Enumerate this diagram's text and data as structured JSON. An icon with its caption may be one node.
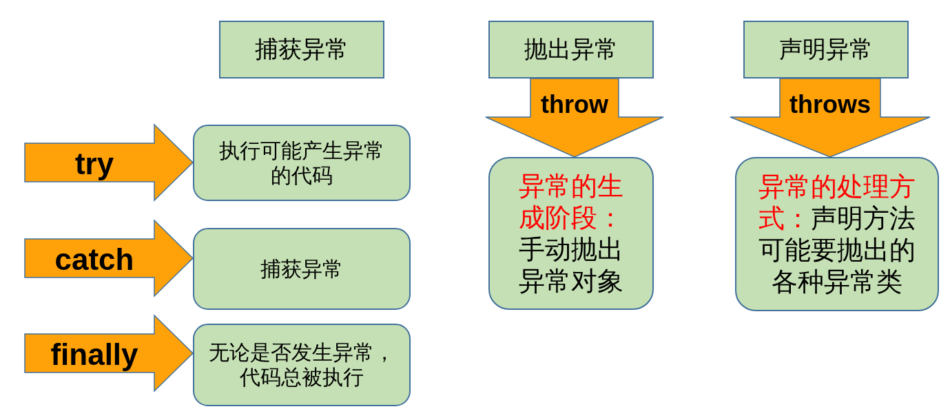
{
  "diagram": {
    "nodes": [
      {
        "text": [
          "捕获异常"
        ]
      },
      {
        "text": [
          "执行可能产生异常的代码"
        ]
      },
      {
        "text": [
          "捕获异常"
        ]
      },
      {
        "text": [
          "无论是否发生异常，代码总被执行"
        ]
      },
      {
        "text": [
          "抛出异常"
        ]
      },
      {
        "text": [
          "异常的生成阶段：",
          "手动抛出异常对象"
        ]
      },
      {
        "text": [
          "声明异常"
        ]
      },
      {
        "text": [
          "异常的处理方式：",
          "声明方法可能要抛出的各种异常类"
        ]
      }
    ],
    "edges": [
      {
        "from": null,
        "to": 1,
        "arrow": "to",
        "label": "try"
      },
      {
        "from": null,
        "to": 2,
        "arrow": "to",
        "label": "catch"
      },
      {
        "from": null,
        "to": 3,
        "arrow": "to",
        "label": "finally"
      },
      {
        "from": 4,
        "to": 5,
        "arrow": "to",
        "label": "throw"
      },
      {
        "from": 6,
        "to": 7,
        "arrow": "to",
        "label": "throws"
      }
    ]
  }
}
